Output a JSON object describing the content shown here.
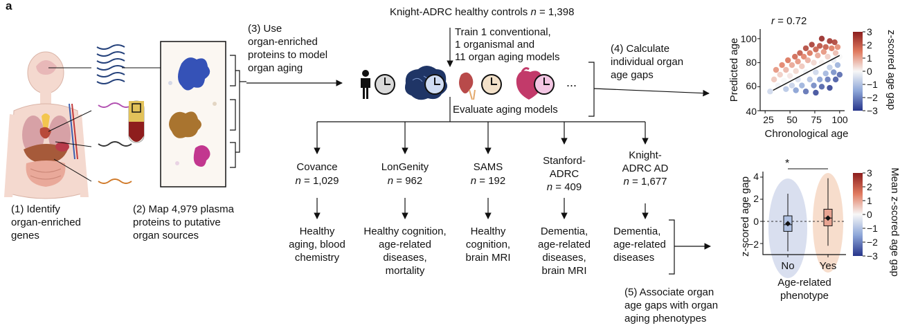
{
  "panel_label": "a",
  "steps": {
    "identify": [
      "(1) Identify",
      "organ-enriched",
      "genes"
    ],
    "map": [
      "(2) Map 4,979 plasma",
      "proteins to putative",
      "organ sources"
    ],
    "use": [
      "(3) Use",
      "organ-enriched",
      "proteins to model",
      "organ aging"
    ],
    "calculate": [
      "(4) Calculate",
      "individual organ",
      "age gaps"
    ],
    "associate": [
      "(5) Associate organ",
      "age gaps with organ",
      "aging phenotypes"
    ]
  },
  "training": {
    "cohort_prefix": "Knight-ADRC healthy controls ",
    "cohort_n_label": "n",
    "cohort_n_value": " = 1,398",
    "train_lines": [
      "Train 1 conventional,",
      "1 organismal and",
      "11 organ aging models"
    ],
    "evaluate": "Evaluate aging models",
    "ellipsis": "..."
  },
  "cohorts": [
    {
      "name": [
        "Covance"
      ],
      "n": " = 1,029",
      "outcome": [
        "Healthy",
        "aging, blood",
        "chemistry"
      ]
    },
    {
      "name": [
        "LonGenity"
      ],
      "n": " = 962",
      "outcome": [
        "Healthy cognition,",
        "age-related",
        "diseases,",
        "mortality"
      ]
    },
    {
      "name": [
        "SAMS"
      ],
      "n": " = 192",
      "outcome": [
        "Healthy",
        "cognition,",
        "brain MRI"
      ]
    },
    {
      "name": [
        "Stanford-",
        "ADRC"
      ],
      "n": " = 409",
      "outcome": [
        "Dementia,",
        "age-related",
        "diseases,",
        "brain MRI"
      ]
    },
    {
      "name": [
        "Knight-",
        "ADRC AD"
      ],
      "n": " = 1,677",
      "outcome": [
        "Dementia,",
        "age-related",
        "diseases"
      ]
    }
  ],
  "n_symbol": "n",
  "scatter": {
    "r_label": "r",
    "r_value": " = 0.72",
    "ylabel": "Predicted age",
    "xlabel": "Chronological age",
    "xticks": [
      "25",
      "50",
      "75",
      "100"
    ],
    "yticks": [
      "100",
      "80",
      "60",
      "40"
    ],
    "colorbar_label": "z-scored age gap",
    "colorbar_ticks": [
      "3",
      "2",
      "1",
      "0",
      "−1",
      "−2",
      "−3"
    ]
  },
  "boxplot": {
    "ylabel": "z-scored age gap",
    "yticks": [
      "4",
      "2",
      "0",
      "−2"
    ],
    "categories": [
      "No",
      "Yes"
    ],
    "xlabel": [
      "Age-related",
      "phenotype"
    ],
    "significance": "*",
    "colorbar_label": "Mean z-scored age gap",
    "colorbar_ticks": [
      "3",
      "2",
      "1",
      "0",
      "−1",
      "−2",
      "−3"
    ]
  },
  "colors": {
    "accent_red": "#b2182b",
    "accent_blue": "#2c4a9e",
    "neutral": "#f7f7f7"
  },
  "chart_data": [
    {
      "type": "scatter",
      "title": "",
      "xlabel": "Chronological age",
      "ylabel": "Predicted age",
      "xlim": [
        20,
        105
      ],
      "ylim": [
        40,
        108
      ],
      "annotation": "r = 0.72",
      "colorbar": {
        "label": "z-scored age gap",
        "range": [
          -3,
          3
        ]
      },
      "trend_line": {
        "x": [
          33,
          100
        ],
        "y": [
          57,
          86
        ]
      },
      "points": [
        {
          "x": 82,
          "y": 100,
          "z": 2.8
        },
        {
          "x": 90,
          "y": 98,
          "z": 2.6
        },
        {
          "x": 95,
          "y": 97,
          "z": 2.4
        },
        {
          "x": 72,
          "y": 95,
          "z": 2.5
        },
        {
          "x": 80,
          "y": 94,
          "z": 2.2
        },
        {
          "x": 86,
          "y": 93,
          "z": 2.0
        },
        {
          "x": 66,
          "y": 92,
          "z": 2.3
        },
        {
          "x": 76,
          "y": 91,
          "z": 1.9
        },
        {
          "x": 92,
          "y": 92,
          "z": 1.5
        },
        {
          "x": 98,
          "y": 93,
          "z": 1.3
        },
        {
          "x": 60,
          "y": 88,
          "z": 2.0
        },
        {
          "x": 70,
          "y": 88,
          "z": 1.6
        },
        {
          "x": 84,
          "y": 89,
          "z": 1.2
        },
        {
          "x": 55,
          "y": 85,
          "z": 1.8
        },
        {
          "x": 64,
          "y": 85,
          "z": 1.4
        },
        {
          "x": 78,
          "y": 86,
          "z": 1.0
        },
        {
          "x": 96,
          "y": 88,
          "z": 0.7
        },
        {
          "x": 48,
          "y": 82,
          "z": 1.6
        },
        {
          "x": 58,
          "y": 81,
          "z": 1.2
        },
        {
          "x": 68,
          "y": 82,
          "z": 0.9
        },
        {
          "x": 88,
          "y": 85,
          "z": 0.5
        },
        {
          "x": 42,
          "y": 78,
          "z": 1.4
        },
        {
          "x": 52,
          "y": 78,
          "z": 1.0
        },
        {
          "x": 62,
          "y": 77,
          "z": 0.6
        },
        {
          "x": 74,
          "y": 80,
          "z": 0.4
        },
        {
          "x": 36,
          "y": 74,
          "z": 1.2
        },
        {
          "x": 46,
          "y": 74,
          "z": 0.8
        },
        {
          "x": 56,
          "y": 73,
          "z": 0.4
        },
        {
          "x": 82,
          "y": 80,
          "z": 0.1
        },
        {
          "x": 100,
          "y": 85,
          "z": 0.0
        },
        {
          "x": 40,
          "y": 70,
          "z": 0.5
        },
        {
          "x": 50,
          "y": 69,
          "z": 0.2
        },
        {
          "x": 66,
          "y": 72,
          "z": -0.1
        },
        {
          "x": 94,
          "y": 82,
          "z": -0.2
        },
        {
          "x": 34,
          "y": 66,
          "z": 0.6
        },
        {
          "x": 44,
          "y": 65,
          "z": 0.0
        },
        {
          "x": 58,
          "y": 66,
          "z": -0.4
        },
        {
          "x": 76,
          "y": 72,
          "z": -0.6
        },
        {
          "x": 90,
          "y": 76,
          "z": -0.8
        },
        {
          "x": 38,
          "y": 61,
          "z": -0.1
        },
        {
          "x": 52,
          "y": 61,
          "z": -0.7
        },
        {
          "x": 70,
          "y": 66,
          "z": -1.0
        },
        {
          "x": 86,
          "y": 71,
          "z": -1.2
        },
        {
          "x": 98,
          "y": 78,
          "z": -1.3
        },
        {
          "x": 46,
          "y": 58,
          "z": -0.9
        },
        {
          "x": 62,
          "y": 61,
          "z": -1.3
        },
        {
          "x": 80,
          "y": 66,
          "z": -1.6
        },
        {
          "x": 94,
          "y": 72,
          "z": -1.8
        },
        {
          "x": 56,
          "y": 57,
          "z": -1.6
        },
        {
          "x": 74,
          "y": 61,
          "z": -1.9
        },
        {
          "x": 88,
          "y": 66,
          "z": -2.1
        },
        {
          "x": 66,
          "y": 56,
          "z": -2.2
        },
        {
          "x": 82,
          "y": 60,
          "z": -2.4
        },
        {
          "x": 96,
          "y": 66,
          "z": -2.5
        },
        {
          "x": 76,
          "y": 55,
          "z": -2.7
        },
        {
          "x": 90,
          "y": 59,
          "z": -2.8
        },
        {
          "x": 30,
          "y": 56,
          "z": -0.6
        },
        {
          "x": 100,
          "y": 70,
          "z": -2.3
        }
      ]
    },
    {
      "type": "box",
      "title": "",
      "xlabel": "Age-related phenotype",
      "ylabel": "z-scored age gap",
      "ylim": [
        -3,
        4.5
      ],
      "reference_line": 0,
      "significance": "*",
      "colorbar": {
        "label": "Mean z-scored age gap",
        "range": [
          -3,
          3
        ]
      },
      "categories": [
        "No",
        "Yes"
      ],
      "groups": [
        {
          "name": "No",
          "min": -2.7,
          "q1": -0.9,
          "median": -0.3,
          "q3": 0.5,
          "max": 2.5,
          "mean": -0.2,
          "color_value": -1.0
        },
        {
          "name": "Yes",
          "min": -2.2,
          "q1": -0.4,
          "median": 0.3,
          "q3": 1.1,
          "max": 3.9,
          "mean": 0.3,
          "color_value": 1.0
        }
      ]
    }
  ]
}
